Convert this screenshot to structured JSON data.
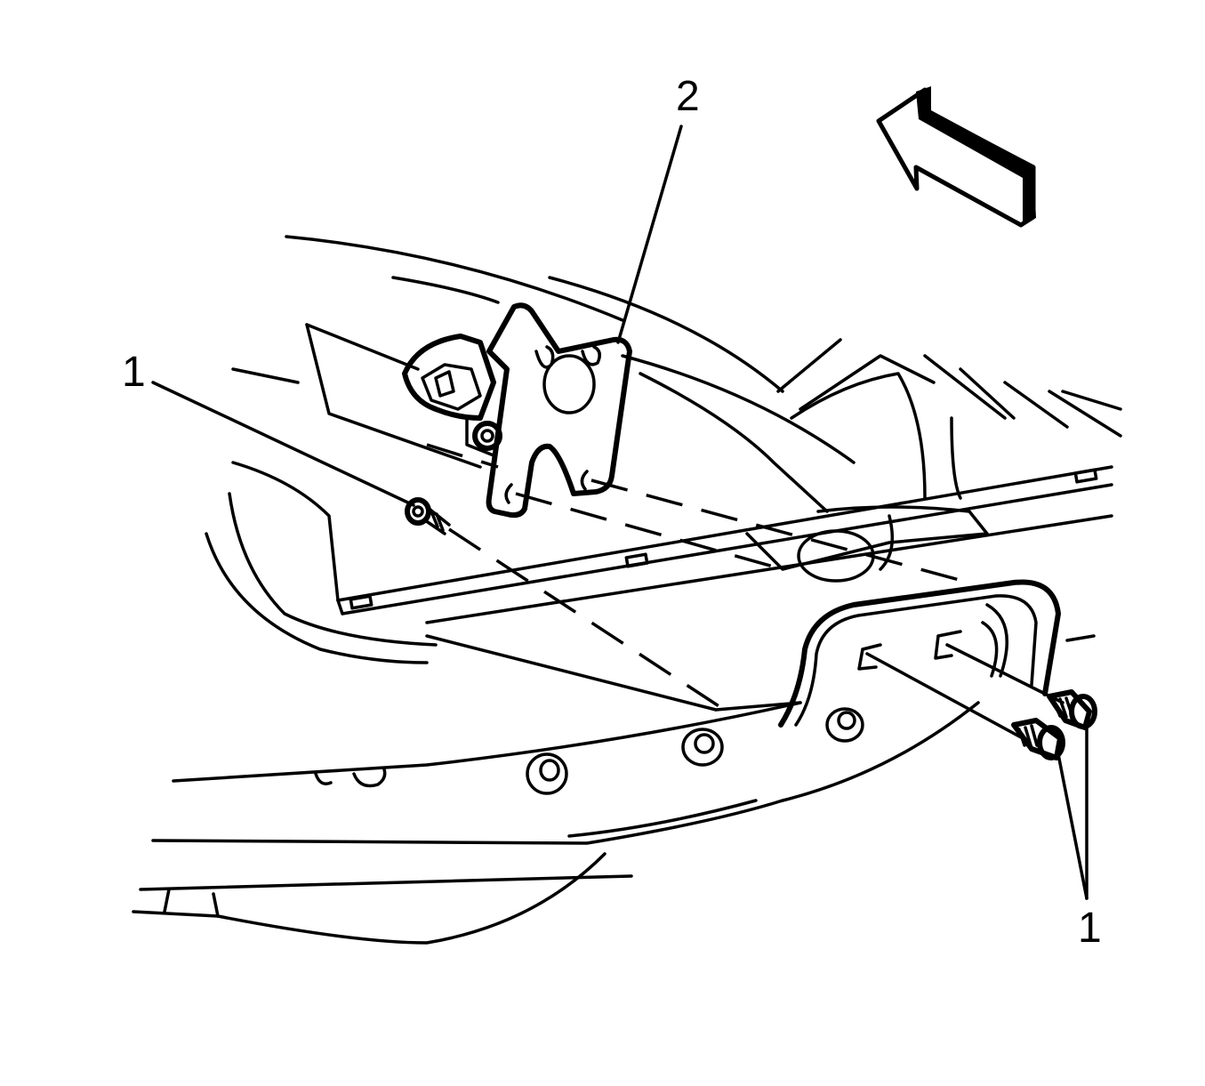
{
  "diagram": {
    "type": "exploded-view service illustration",
    "subject": "bracket and fastener installation underside view",
    "colors": {
      "line": "#000000",
      "background": "#ffffff"
    },
    "callouts": [
      {
        "id": "callout-1-left",
        "label": "1",
        "meaning": "bolt (left)"
      },
      {
        "id": "callout-2",
        "label": "2",
        "meaning": "bracket"
      },
      {
        "id": "callout-1-right",
        "label": "1",
        "meaning": "bolts (right pair)"
      }
    ],
    "direction_arrow": {
      "icon": "front-direction-arrow-icon"
    }
  }
}
